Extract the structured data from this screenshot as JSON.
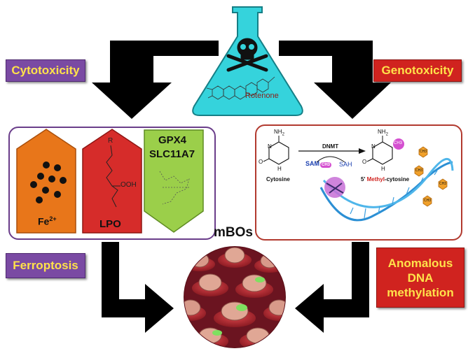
{
  "flask": {
    "label": "Rotenone",
    "skull_icon": "skull-crossbones-icon",
    "color": "#35d3dc"
  },
  "tags": {
    "cytotoxicity": "Cytotoxicity",
    "genotoxicity": "Genotoxicity",
    "ferroptosis": "Ferroptosis",
    "anomalous": [
      "Anomalous",
      "DNA",
      "methylation"
    ]
  },
  "left_panel": {
    "fe": {
      "label": "Fe",
      "superscript": "2+",
      "color": "#e8761a"
    },
    "lpo": {
      "label": "LPO",
      "color": "#d62c2a",
      "mol": {
        "r": "R",
        "ooh": "OOH"
      }
    },
    "gpx": {
      "line1": "GPX4",
      "line2": "SLC11A7",
      "color": "#9bcf4a"
    }
  },
  "right_panel": {
    "cytosine_label": "Cytosine",
    "methyl_prefix": "5",
    "methyl_label": "Methyl",
    "methyl_suffix": "cytosine",
    "dnmt": "DNMT",
    "sam": "SAM",
    "ch3": "CH3",
    "sah": "SAH",
    "atoms": {
      "nh2": "NH",
      "sub2": "2",
      "n": "N",
      "o": "O",
      "h": "H"
    },
    "methyl_tags": [
      "CH3",
      "CH3",
      "CH3",
      "CH3"
    ]
  },
  "center": {
    "label": "mBOs"
  },
  "colors": {
    "purple": "#7a4aa3",
    "red": "#d0231f",
    "arrow": "#000000"
  }
}
